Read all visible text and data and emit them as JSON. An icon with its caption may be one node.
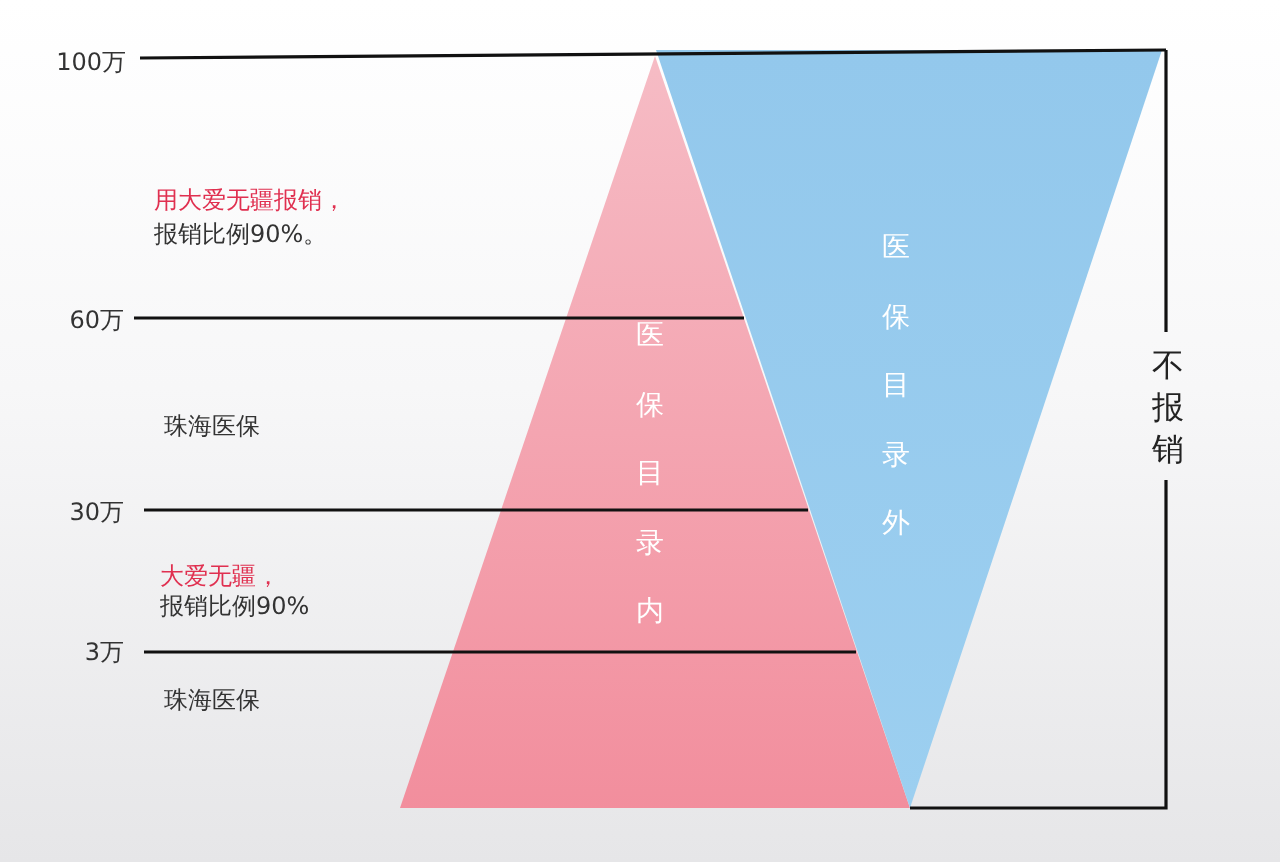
{
  "diagram": {
    "nodes": [
      {
        "text": [
          "医保目录内"
        ]
      },
      {
        "text": [
          "医保目录外"
        ]
      }
    ],
    "labels": [
      "100万",
      "用大爱无疆报销，",
      "报销比例90%。",
      "60万",
      "珠海医保",
      "30万",
      "大爱无疆，",
      "报销比例90%",
      "3万",
      "珠海医保",
      "不报销"
    ]
  }
}
